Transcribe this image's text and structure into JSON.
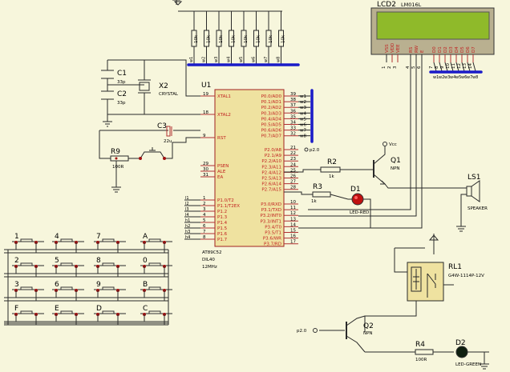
{
  "lcd": {
    "ref": "LCD2",
    "model": "LM016L",
    "pins": [
      "VSS",
      "VDD",
      "VEE",
      "RS",
      "RW",
      "E",
      "D0",
      "D1",
      "D2",
      "D3",
      "D4",
      "D5",
      "D6",
      "D7"
    ],
    "pinnums": [
      "1",
      "2",
      "3",
      "4",
      "5",
      "6",
      "7",
      "8",
      "9",
      "10",
      "11",
      "12",
      "13",
      "14"
    ]
  },
  "mcu": {
    "ref": "U1",
    "part": "AT89C52",
    "pkg": "DIL40",
    "freq": "12MHz",
    "left_pins": [
      {
        "n": "19",
        "l": "XTAL1"
      },
      {
        "n": "18",
        "l": "XTAL2"
      },
      {
        "n": "9",
        "l": "RST"
      },
      {
        "n": "29",
        "l": "PSEN"
      },
      {
        "n": "30",
        "l": "ALE"
      },
      {
        "n": "31",
        "l": "EA"
      },
      {
        "n": "1",
        "l": "P1.0/T2"
      },
      {
        "n": "2",
        "l": "P1.1/T2EX"
      },
      {
        "n": "3",
        "l": "P1.2"
      },
      {
        "n": "4",
        "l": "P1.3"
      },
      {
        "n": "5",
        "l": "P1.4"
      },
      {
        "n": "6",
        "l": "P1.5"
      },
      {
        "n": "7",
        "l": "P1.6"
      },
      {
        "n": "8",
        "l": "P1.7"
      }
    ],
    "right_pins": [
      {
        "n": "39",
        "l": "P0.0/AD0"
      },
      {
        "n": "38",
        "l": "P0.1/AD1"
      },
      {
        "n": "37",
        "l": "P0.2/AD2"
      },
      {
        "n": "36",
        "l": "P0.3/AD3"
      },
      {
        "n": "35",
        "l": "P0.4/AD4"
      },
      {
        "n": "34",
        "l": "P0.5/AD5"
      },
      {
        "n": "33",
        "l": "P0.6/AD6"
      },
      {
        "n": "32",
        "l": "P0.7/AD7"
      },
      {
        "n": "21",
        "l": "P2.0/A8"
      },
      {
        "n": "22",
        "l": "P2.1/A9"
      },
      {
        "n": "23",
        "l": "P2.2/A10"
      },
      {
        "n": "24",
        "l": "P2.3/A11"
      },
      {
        "n": "25",
        "l": "P2.4/A12"
      },
      {
        "n": "26",
        "l": "P2.5/A13"
      },
      {
        "n": "27",
        "l": "P2.6/A14"
      },
      {
        "n": "28",
        "l": "P2.7/A15"
      },
      {
        "n": "10",
        "l": "P3.0/RXD"
      },
      {
        "n": "11",
        "l": "P3.1/TXD"
      },
      {
        "n": "12",
        "l": "P3.2/INT0"
      },
      {
        "n": "13",
        "l": "P3.3/INT1"
      },
      {
        "n": "14",
        "l": "P3.4/T0"
      },
      {
        "n": "15",
        "l": "P3.5/T1"
      },
      {
        "n": "16",
        "l": "P3.6/WR"
      },
      {
        "n": "17",
        "l": "P3.7/RD"
      }
    ],
    "p1_nets": [
      "l1",
      "l2",
      "l3",
      "l4",
      "h1",
      "h2",
      "h3",
      "h4"
    ]
  },
  "bus_labels": [
    "w1",
    "w2",
    "w3",
    "w4",
    "w5",
    "w6",
    "w7",
    "w8"
  ],
  "lcd_bus_labels": [
    "w1",
    "w2",
    "w3",
    "w4",
    "w5",
    "w6",
    "w7",
    "w8"
  ],
  "resistor_array": {
    "values": [
      "10k",
      "10k",
      "10k",
      "10k",
      "10k",
      "10k",
      "10k",
      "10k"
    ],
    "nets": [
      "w1",
      "w2",
      "w3",
      "w4",
      "w5",
      "w6",
      "w7",
      "w8"
    ]
  },
  "crystal": {
    "c1": "C1",
    "c1v": "33p",
    "c2": "C2",
    "c2v": "33p",
    "x": "X2",
    "xt": "CRYSTAL"
  },
  "reset": {
    "c3": "C3",
    "c3v": "22u",
    "r9": "R9",
    "r9v": "100R"
  },
  "transistor_q1": {
    "r2": "R2",
    "r2v": "1k",
    "q1": "Q1",
    "type": "NPN",
    "vcc": "Vcc",
    "net": "p2.0"
  },
  "led_red": {
    "r3": "R3",
    "r3v": "1k",
    "d1": "D1",
    "name": "LED-RED"
  },
  "speaker": {
    "ls": "LS1",
    "name": "SPEAKER"
  },
  "relay": {
    "ref": "RL1",
    "part": "G4W-1114P-12V",
    "q2": "Q2",
    "type": "NPN",
    "net": "p2.0",
    "r4": "R4",
    "r4v": "100R",
    "d2": "D2",
    "name": "LED-GREEN"
  },
  "keypad": {
    "keys": [
      "1",
      "4",
      "7",
      "A",
      "2",
      "5",
      "8",
      "0",
      "3",
      "6",
      "9",
      "B",
      "F",
      "E",
      "D",
      "C"
    ]
  }
}
